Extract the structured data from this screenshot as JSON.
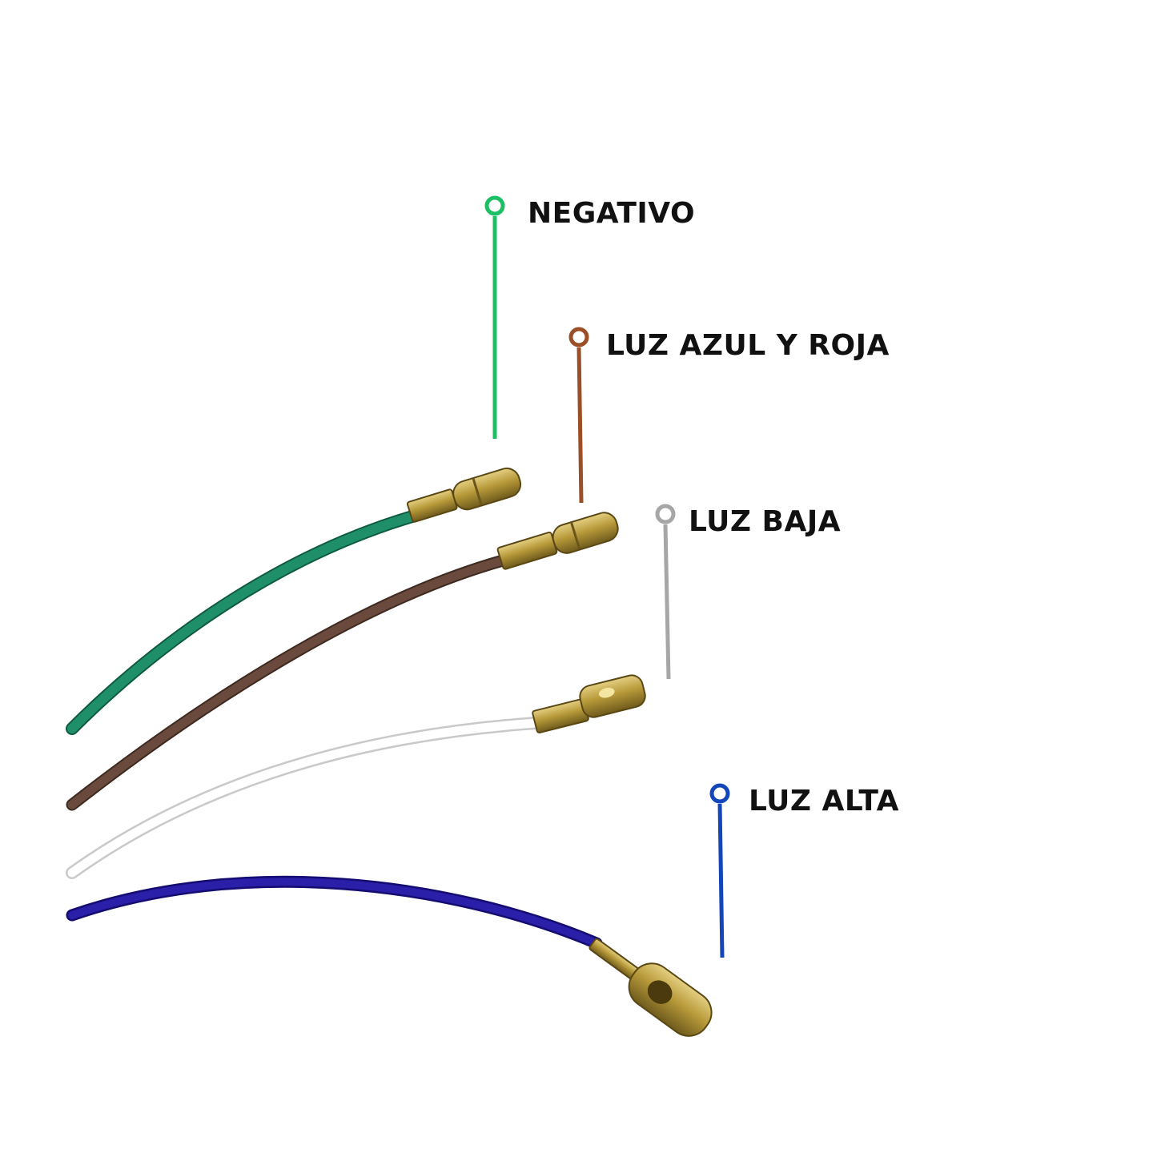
{
  "callouts": [
    {
      "id": "negativo",
      "label": "NEGATIVO",
      "color": "#1cbf63",
      "wire_color": "#1f8f6a"
    },
    {
      "id": "azul-roja",
      "label": "LUZ AZUL Y ROJA",
      "color": "#9a4f26",
      "wire_color": "#6a4a3c"
    },
    {
      "id": "baja",
      "label": "LUZ BAJA",
      "color": "#a6a6a6",
      "wire_color": "#ffffff"
    },
    {
      "id": "alta",
      "label": "LUZ ALTA",
      "color": "#1346b8",
      "wire_color": "#2a1fa8"
    }
  ],
  "connector_color": "#b59a3c"
}
